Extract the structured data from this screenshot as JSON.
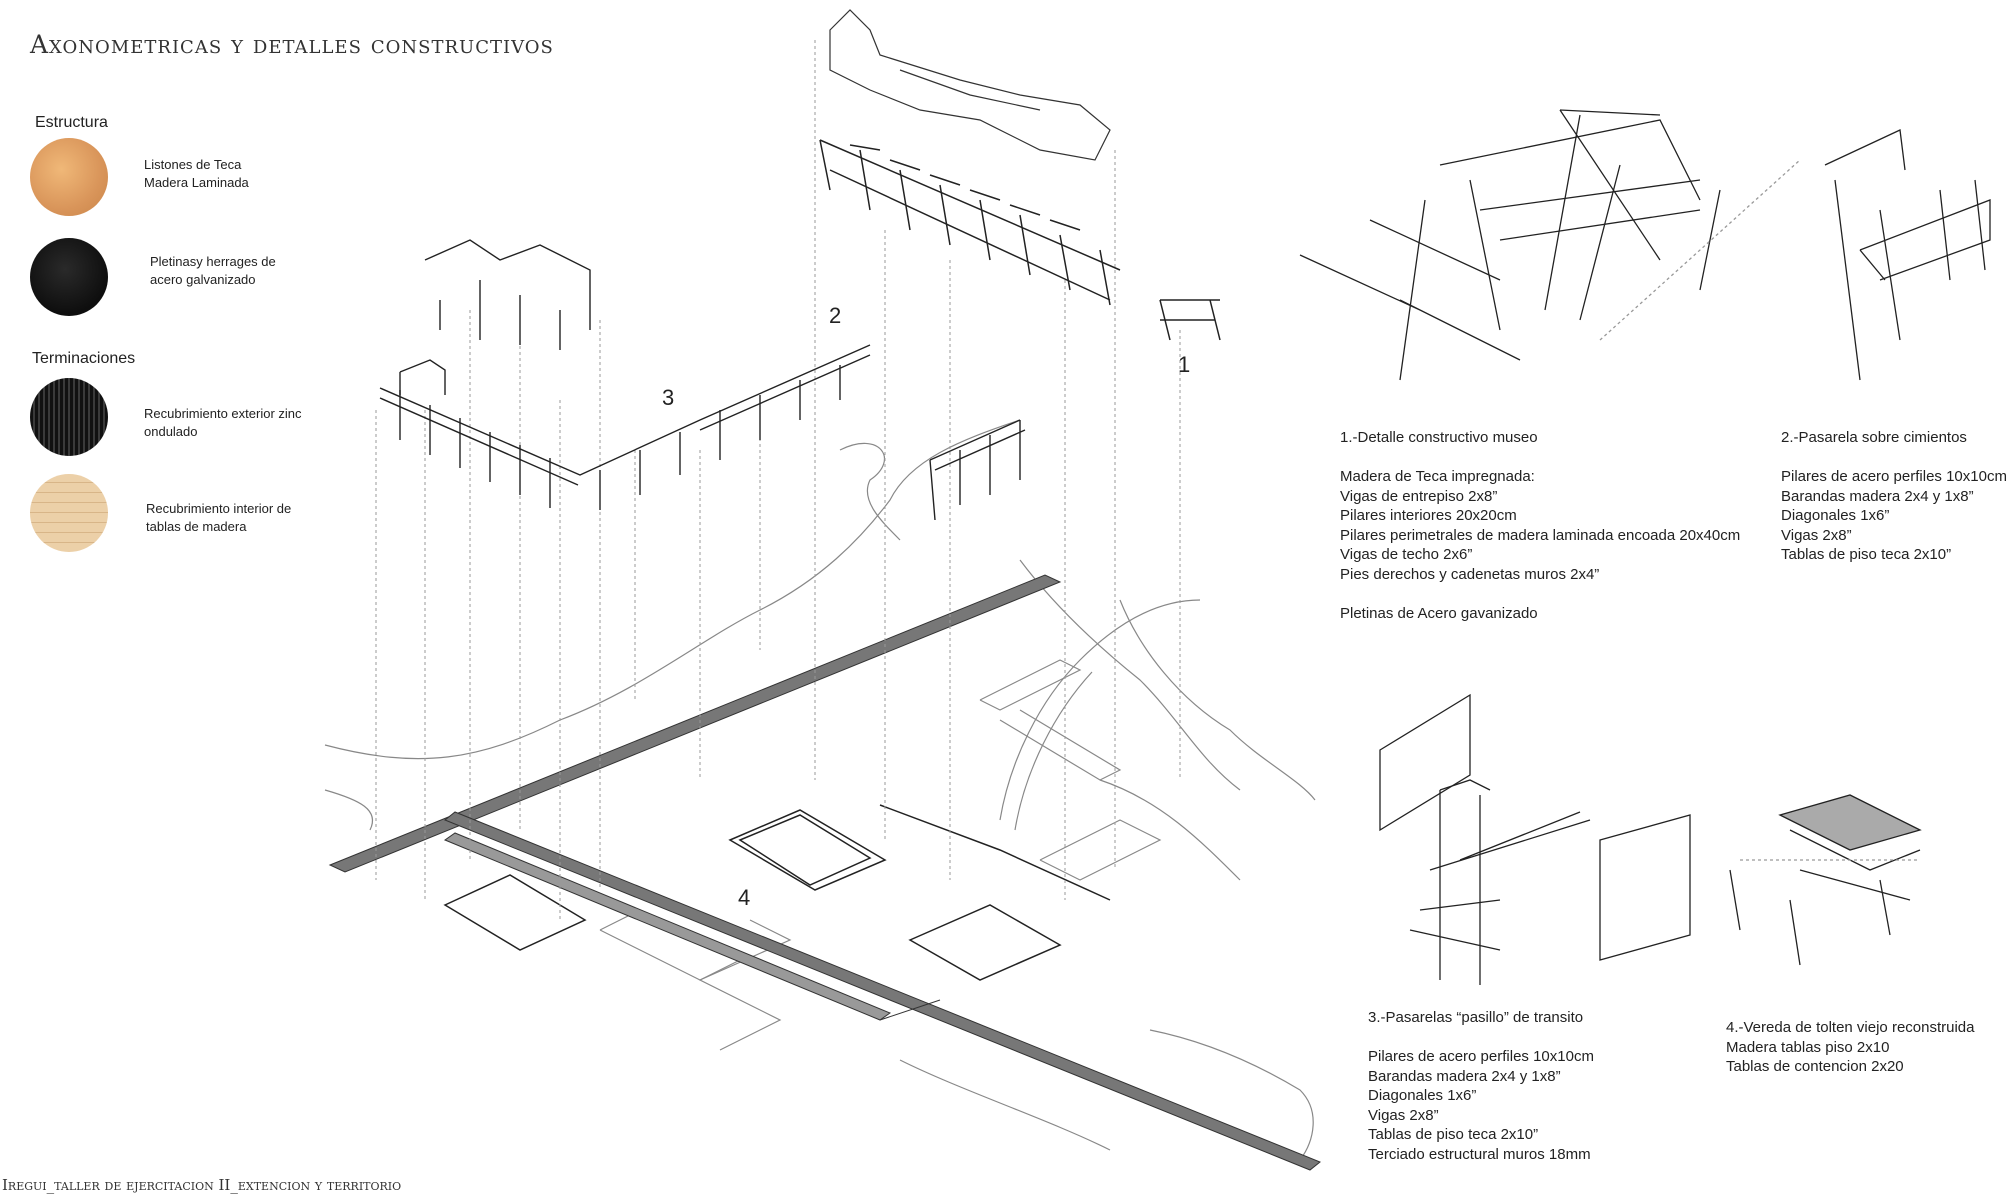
{
  "title": "Axonometricas y detalles constructivos",
  "footer": "Iregui_taller de ejercitacion II_extencion y territorio",
  "legend": {
    "structure_heading": "Estructura",
    "finishes_heading": "Terminaciones",
    "materials": [
      {
        "label_line1": "Listones de Teca",
        "label_line2": "Madera Laminada",
        "color": "#e3a468"
      },
      {
        "label_line1": "Pletinasy herrages de",
        "label_line2": "acero galvanizado",
        "color": "#111111"
      },
      {
        "label_line1": "Recubrimiento exterior zinc",
        "label_line2": "ondulado",
        "color": "#1c1c1c"
      },
      {
        "label_line1": "Recubrimiento interior de",
        "label_line2": "tablas de madera",
        "color": "#e8c9a0"
      }
    ]
  },
  "markers": [
    "1",
    "2",
    "3",
    "4"
  ],
  "details": {
    "museo": {
      "title": "1.-Detalle constructivo museo",
      "lines": [
        "Madera de Teca impregnada:",
        "Vigas de entrepiso 2x8”",
        "Pilares interiores 20x20cm",
        "Pilares perimetrales de madera laminada encoada 20x40cm",
        "Vigas de techo 2x6”",
        "Pies derechos y cadenetas muros 2x4”",
        "",
        "Pletinas de Acero gavanizado"
      ]
    },
    "pasarela_cimientos": {
      "title": "2.-Pasarela sobre cimientos",
      "lines": [
        "Pilares de acero perfiles 10x10cm",
        "Barandas madera 2x4 y 1x8”",
        "Diagonales 1x6”",
        "Vigas 2x8”",
        "Tablas de piso teca 2x10”"
      ]
    },
    "pasarelas_transito": {
      "title": "3.-Pasarelas “pasillo” de transito",
      "lines": [
        "Pilares de acero perfiles 10x10cm",
        "Barandas madera 2x4 y 1x8”",
        "Diagonales 1x6”",
        "Vigas 2x8”",
        "Tablas de piso teca 2x10”",
        "Terciado estructural muros 18mm"
      ]
    },
    "vereda": {
      "title": "4.-Vereda de tolten viejo reconstruida",
      "lines": [
        "Madera tablas piso 2x10",
        "Tablas de contencion 2x20"
      ]
    }
  }
}
